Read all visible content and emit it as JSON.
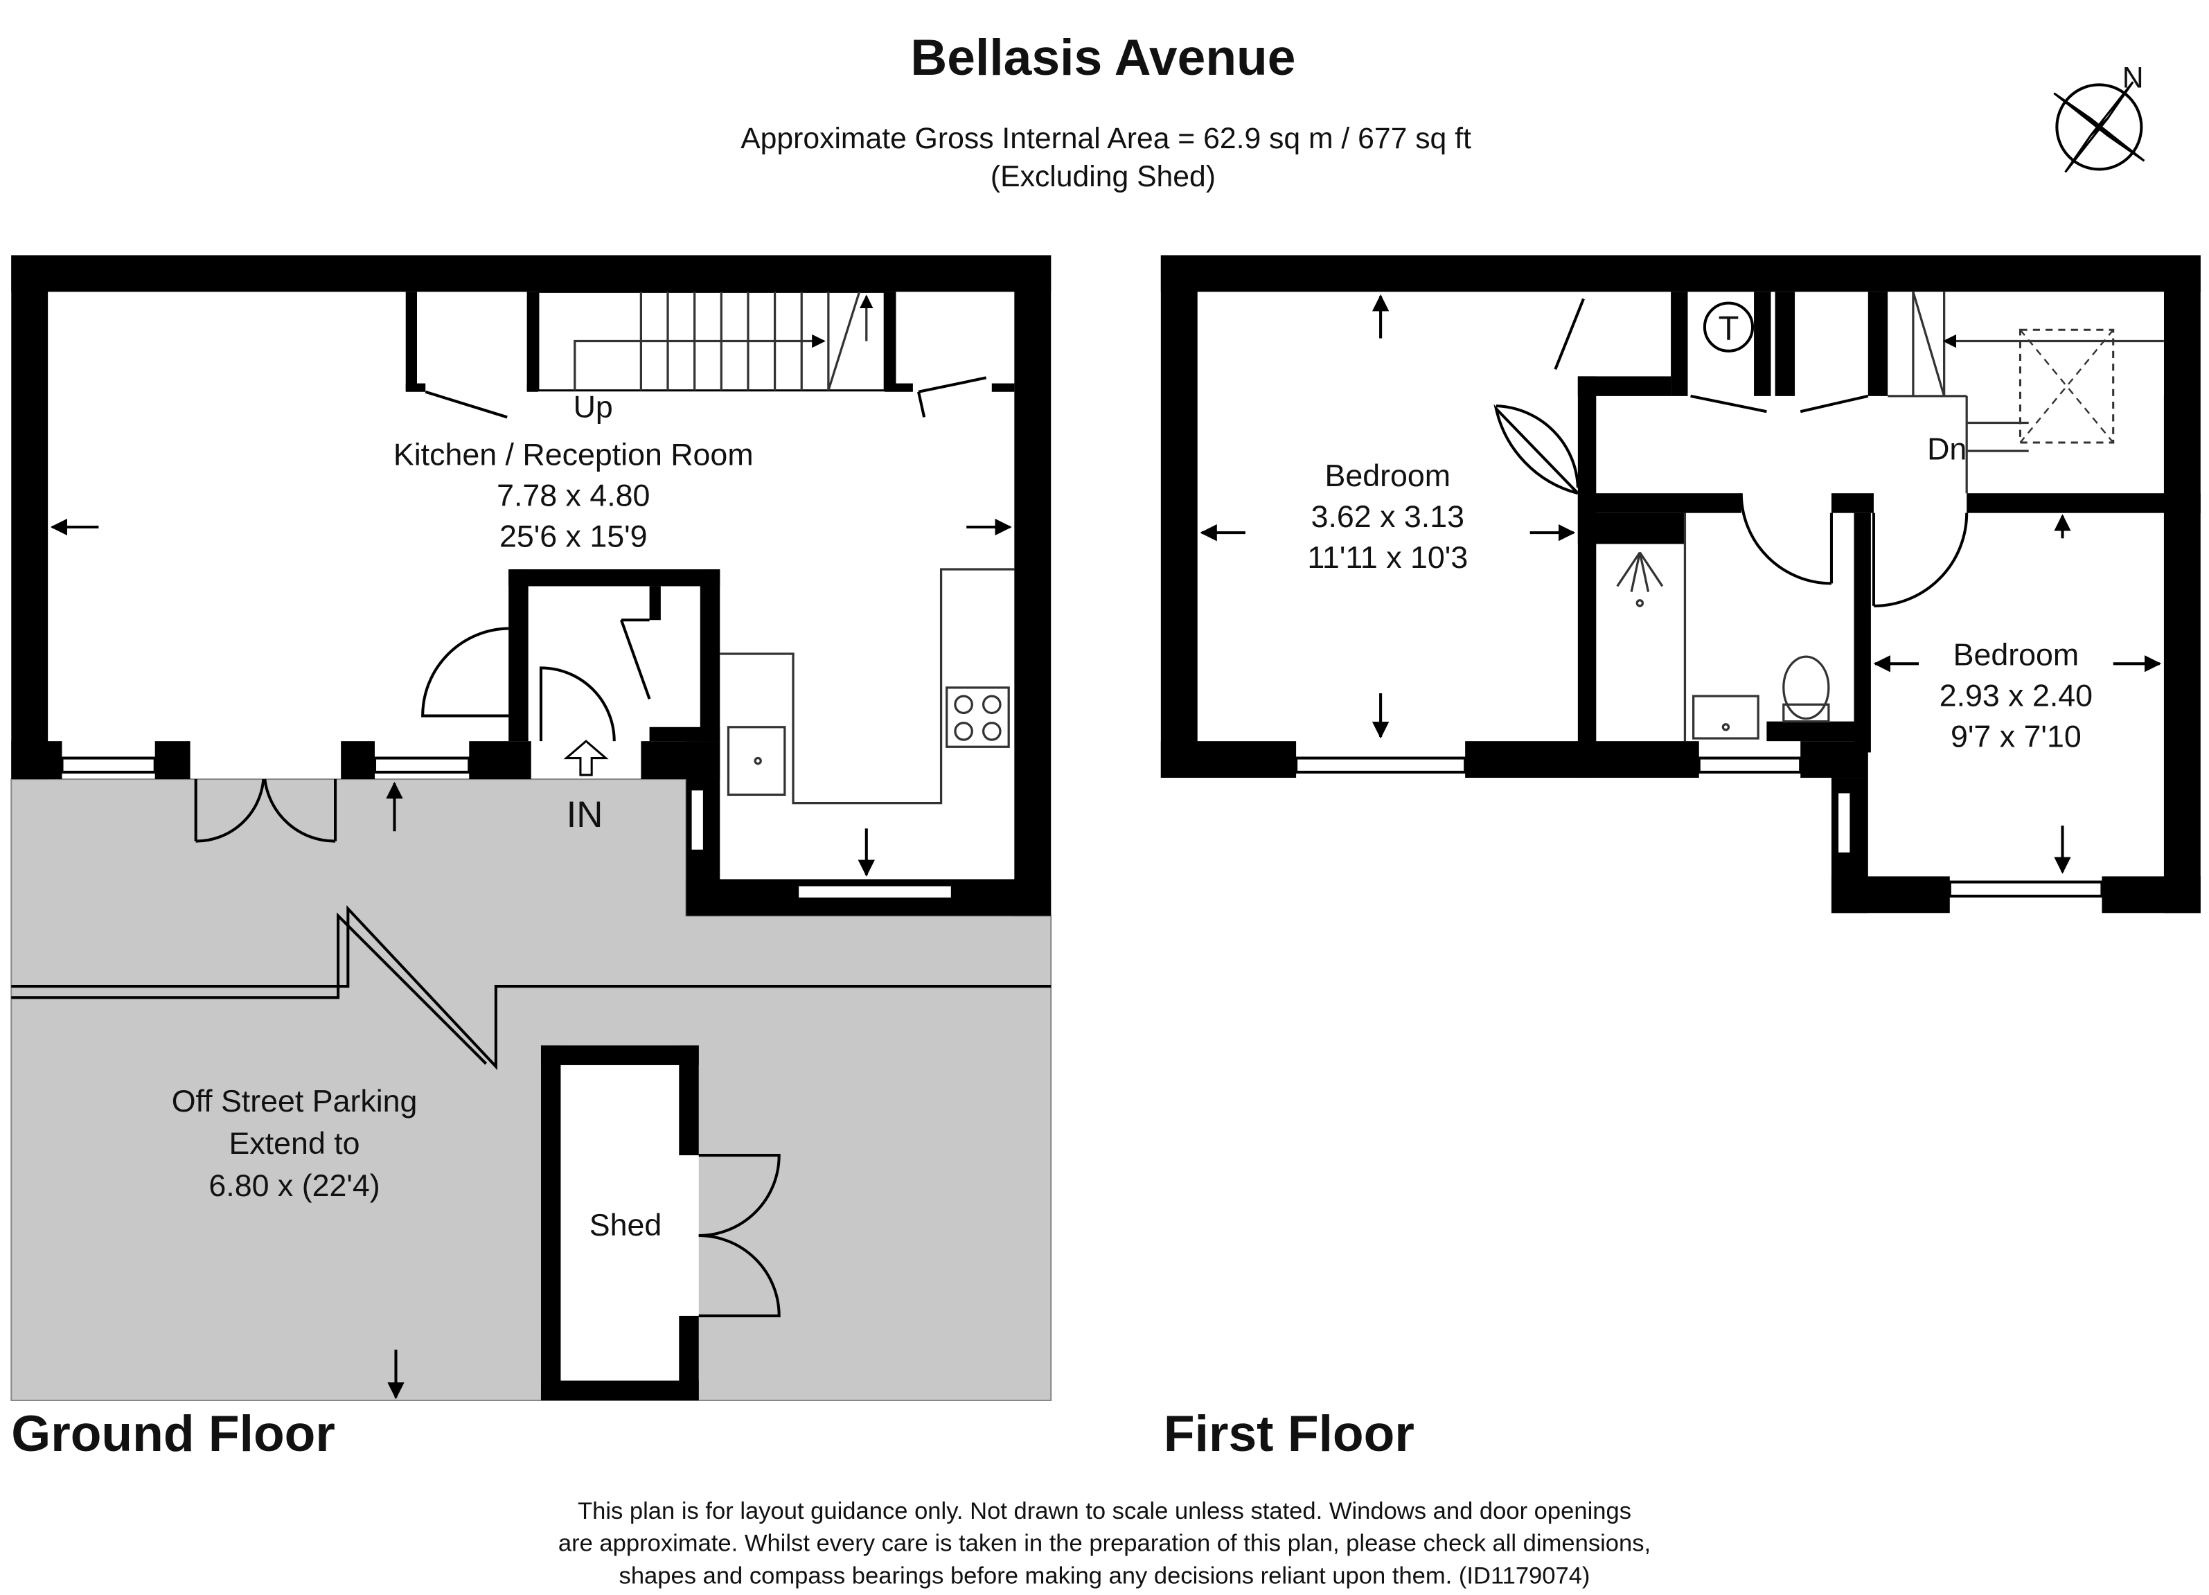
{
  "header": {
    "title": "Bellasis Avenue",
    "area_line": "Approximate Gross Internal Area = 62.9 sq m / 677 sq ft",
    "area_note": "(Excluding Shed)"
  },
  "compass": {
    "label": "N",
    "icon": "compass-rose-icon"
  },
  "ground_floor": {
    "label": "Ground Floor",
    "stairs_label": "Up",
    "entrance_label": "IN",
    "kitchen": {
      "name": "Kitchen / Reception Room",
      "metric": "7.78 x 4.80",
      "imperial": "25'6 x 15'9"
    },
    "parking": {
      "line1": "Off Street Parking",
      "line2": "Extend to",
      "line3": "6.80 x (22'4)"
    },
    "shed": {
      "name": "Shed"
    }
  },
  "first_floor": {
    "label": "First Floor",
    "stairs_label": "Dn",
    "tank_label": "T",
    "bedroom1": {
      "name": "Bedroom",
      "metric": "3.62 x 3.13",
      "imperial": "11'11 x 10'3"
    },
    "bedroom2": {
      "name": "Bedroom",
      "metric": "2.93 x 2.40",
      "imperial": "9'7 x 7'10"
    }
  },
  "footer": {
    "line1": "This plan is for layout guidance only. Not drawn to scale unless stated. Windows and door openings",
    "line2": "are approximate. Whilst every care is taken in the preparation of this plan, please check all dimensions,",
    "line3": "shapes and compass bearings before making any decisions reliant upon them. (ID1179074)"
  },
  "colors": {
    "wall": "#000000",
    "outdoor_area": "#c8c8c8",
    "background": "#ffffff"
  }
}
